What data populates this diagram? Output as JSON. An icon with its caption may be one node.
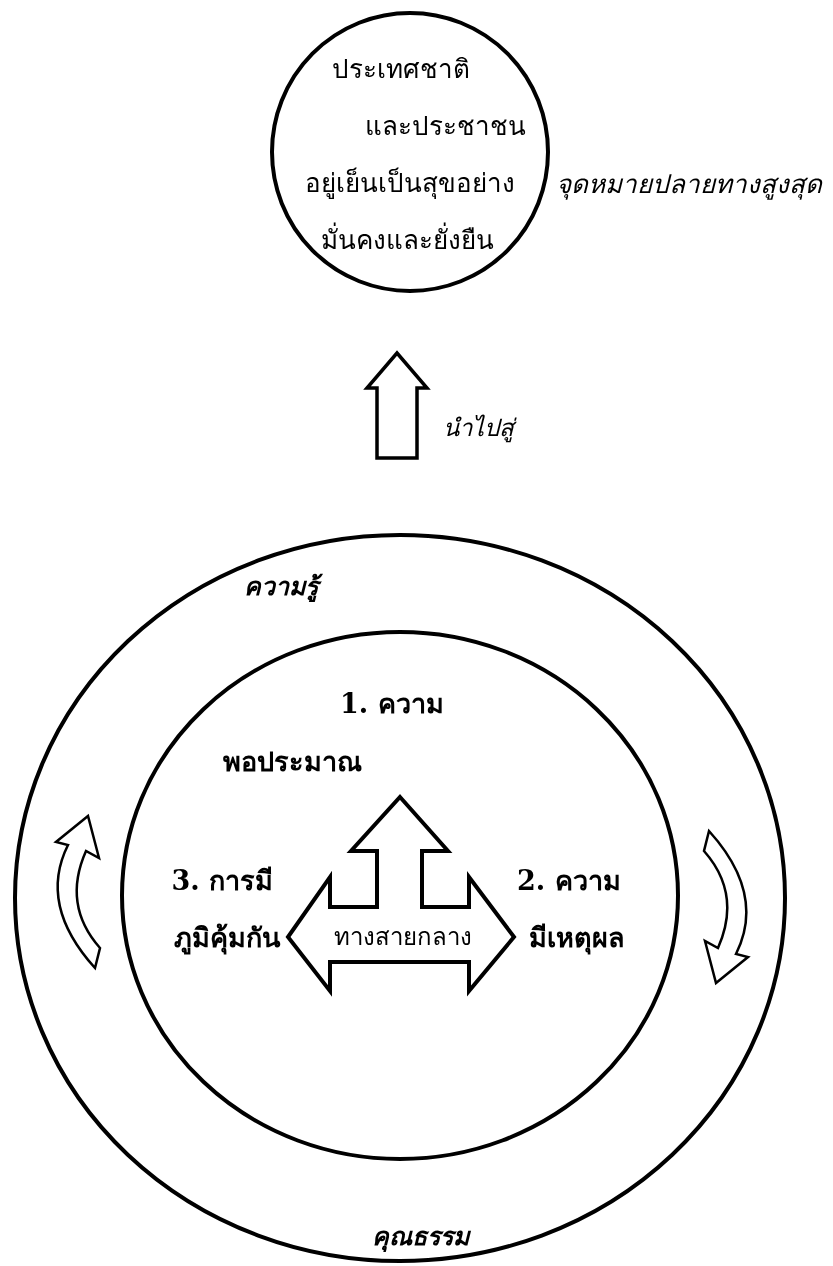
{
  "diagram": {
    "nodes": [
      {
        "text": [
          "ประเทศชาติ และประชาชน อยู่เย็นเป็นสุขอย่าง มั่นคงและยั่งยืน"
        ],
        "beside": [
          "จุดหมายปลายทางสูงสุด"
        ]
      },
      {
        "text": [
          "ความรู้",
          "คุณธรรม"
        ]
      },
      {
        "text": [
          "1. ความ พอประมาณ",
          "3. การมี ภูมิคุ้มกัน",
          "2. ความ มีเหตุผล"
        ],
        "in": 1
      },
      {
        "text": [
          "ทางสายกลาง"
        ],
        "in": 2
      }
    ],
    "edges": [
      {
        "from": 1,
        "to": 0,
        "arrow": "to",
        "label": "นำไปสู่"
      }
    ]
  }
}
